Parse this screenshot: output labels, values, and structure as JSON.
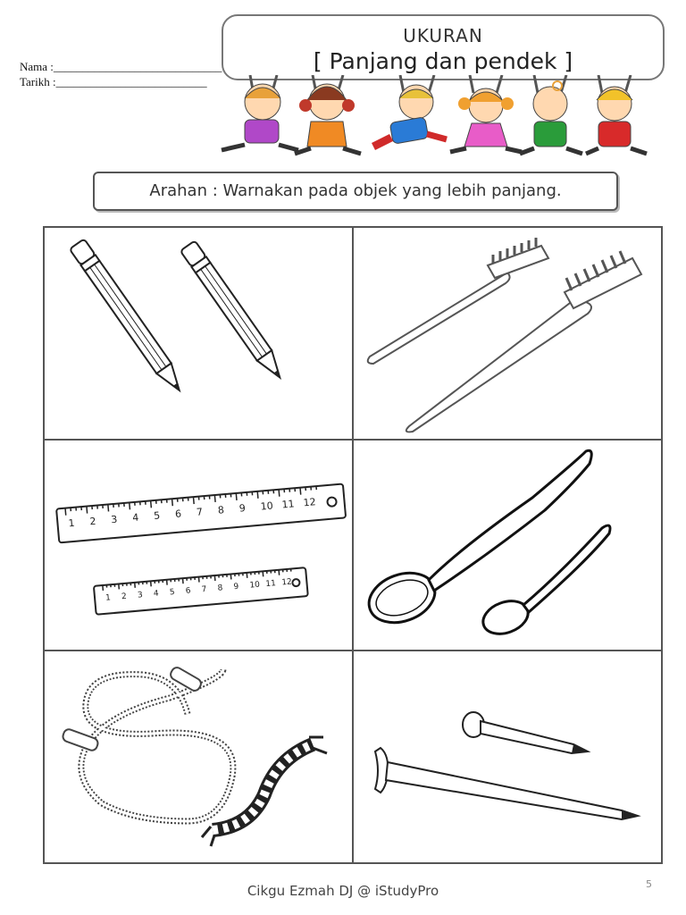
{
  "worksheet": {
    "name_label": "Nama :",
    "name_blank": "_____________________________",
    "date_label": "Tarikh :",
    "date_blank": "__________________________",
    "title_line1": "UKURAN",
    "title_line2": "[ Panjang dan pendek ]",
    "instruction": "Arahan : Warnakan pada objek yang lebih panjang.",
    "footer": "Cikgu Ezmah DJ @ iStudyPro",
    "page_number": "5"
  },
  "objects": [
    {
      "name": "pencil-pair",
      "icon": "pencil-icon"
    },
    {
      "name": "toothbrush-pair",
      "icon": "toothbrush-icon"
    },
    {
      "name": "ruler-pair",
      "icon": "ruler-icon"
    },
    {
      "name": "spoon-pair",
      "icon": "spoon-icon"
    },
    {
      "name": "rope-pair",
      "icon": "rope-icon"
    },
    {
      "name": "nail-pair",
      "icon": "nail-icon"
    }
  ],
  "ruler_long_numbers": [
    "1",
    "2",
    "3",
    "4",
    "5",
    "6",
    "7",
    "8",
    "9",
    "10",
    "11",
    "12"
  ],
  "ruler_short_numbers": [
    "1",
    "2",
    "3",
    "4",
    "5",
    "6",
    "7",
    "8",
    "9",
    "10",
    "11",
    "12"
  ]
}
